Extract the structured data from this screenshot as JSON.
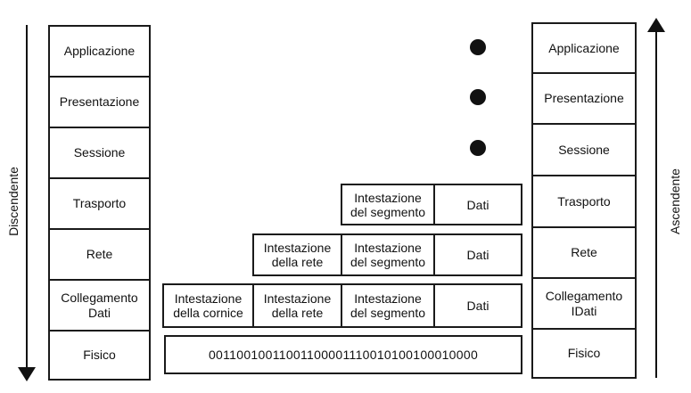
{
  "left_stack": [
    "Applicazione",
    "Presentazione",
    "Sessione",
    "Trasporto",
    "Rete",
    "Collegamento\nDati",
    "Fisico"
  ],
  "right_stack": [
    "Applicazione",
    "Presentazione",
    "Sessione",
    "Trasporto",
    "Rete",
    "Collegamento\nIDati",
    "Fisico"
  ],
  "left_arrow_label": "Discendente",
  "right_arrow_label": "Ascendente",
  "transport_row": [
    "Intestazione\ndel segmento",
    "Dati"
  ],
  "network_row": [
    "Intestazione\ndella rete",
    "Intestazione\ndel segmento",
    "Dati"
  ],
  "datalink_row": [
    "Intestazione\ndella cornice",
    "Intestazione\ndella rete",
    "Intestazione\ndel segmento",
    "Dati"
  ],
  "bits": "00110010011001100001110010100100010000",
  "upper_layers_marker": "dot"
}
